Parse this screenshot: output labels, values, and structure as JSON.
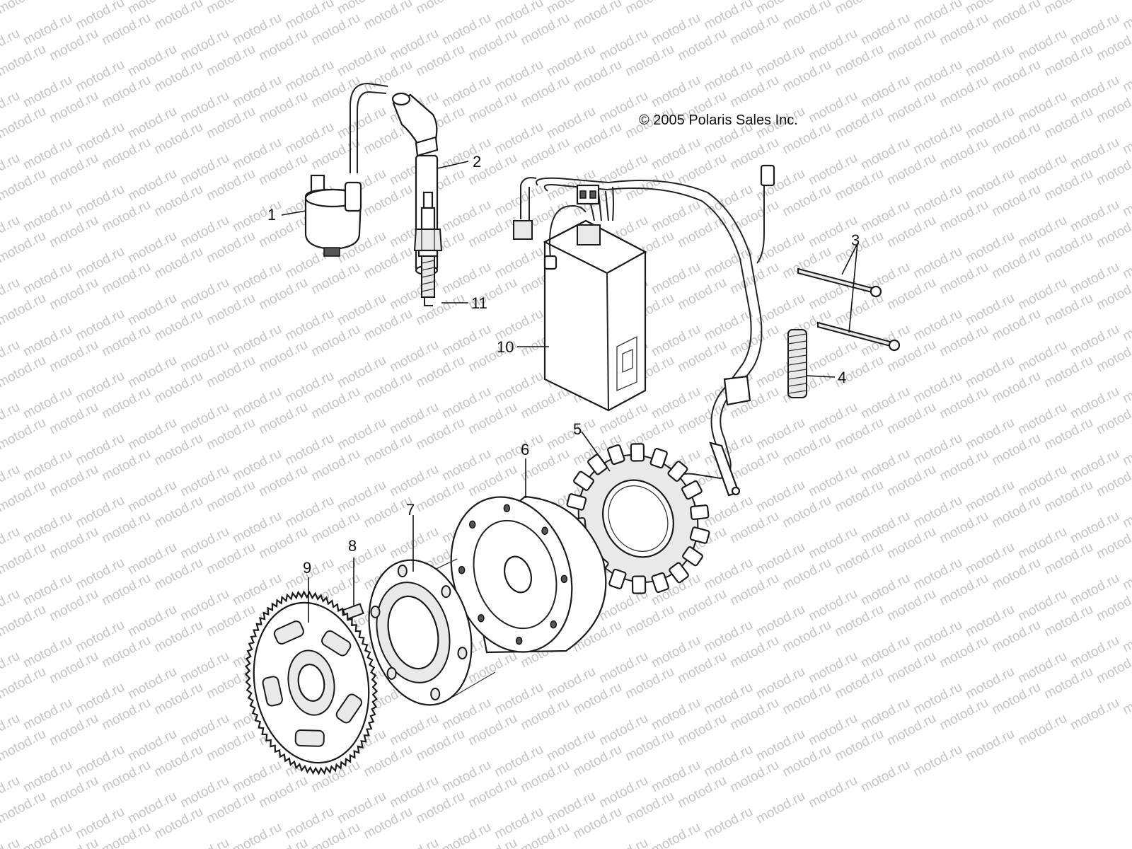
{
  "copyright": "© 2005 Polaris Sales Inc.",
  "watermark": "motod.ru",
  "callouts": [
    "1",
    "2",
    "3",
    "4",
    "5",
    "6",
    "7",
    "8",
    "9",
    "10",
    "11"
  ]
}
